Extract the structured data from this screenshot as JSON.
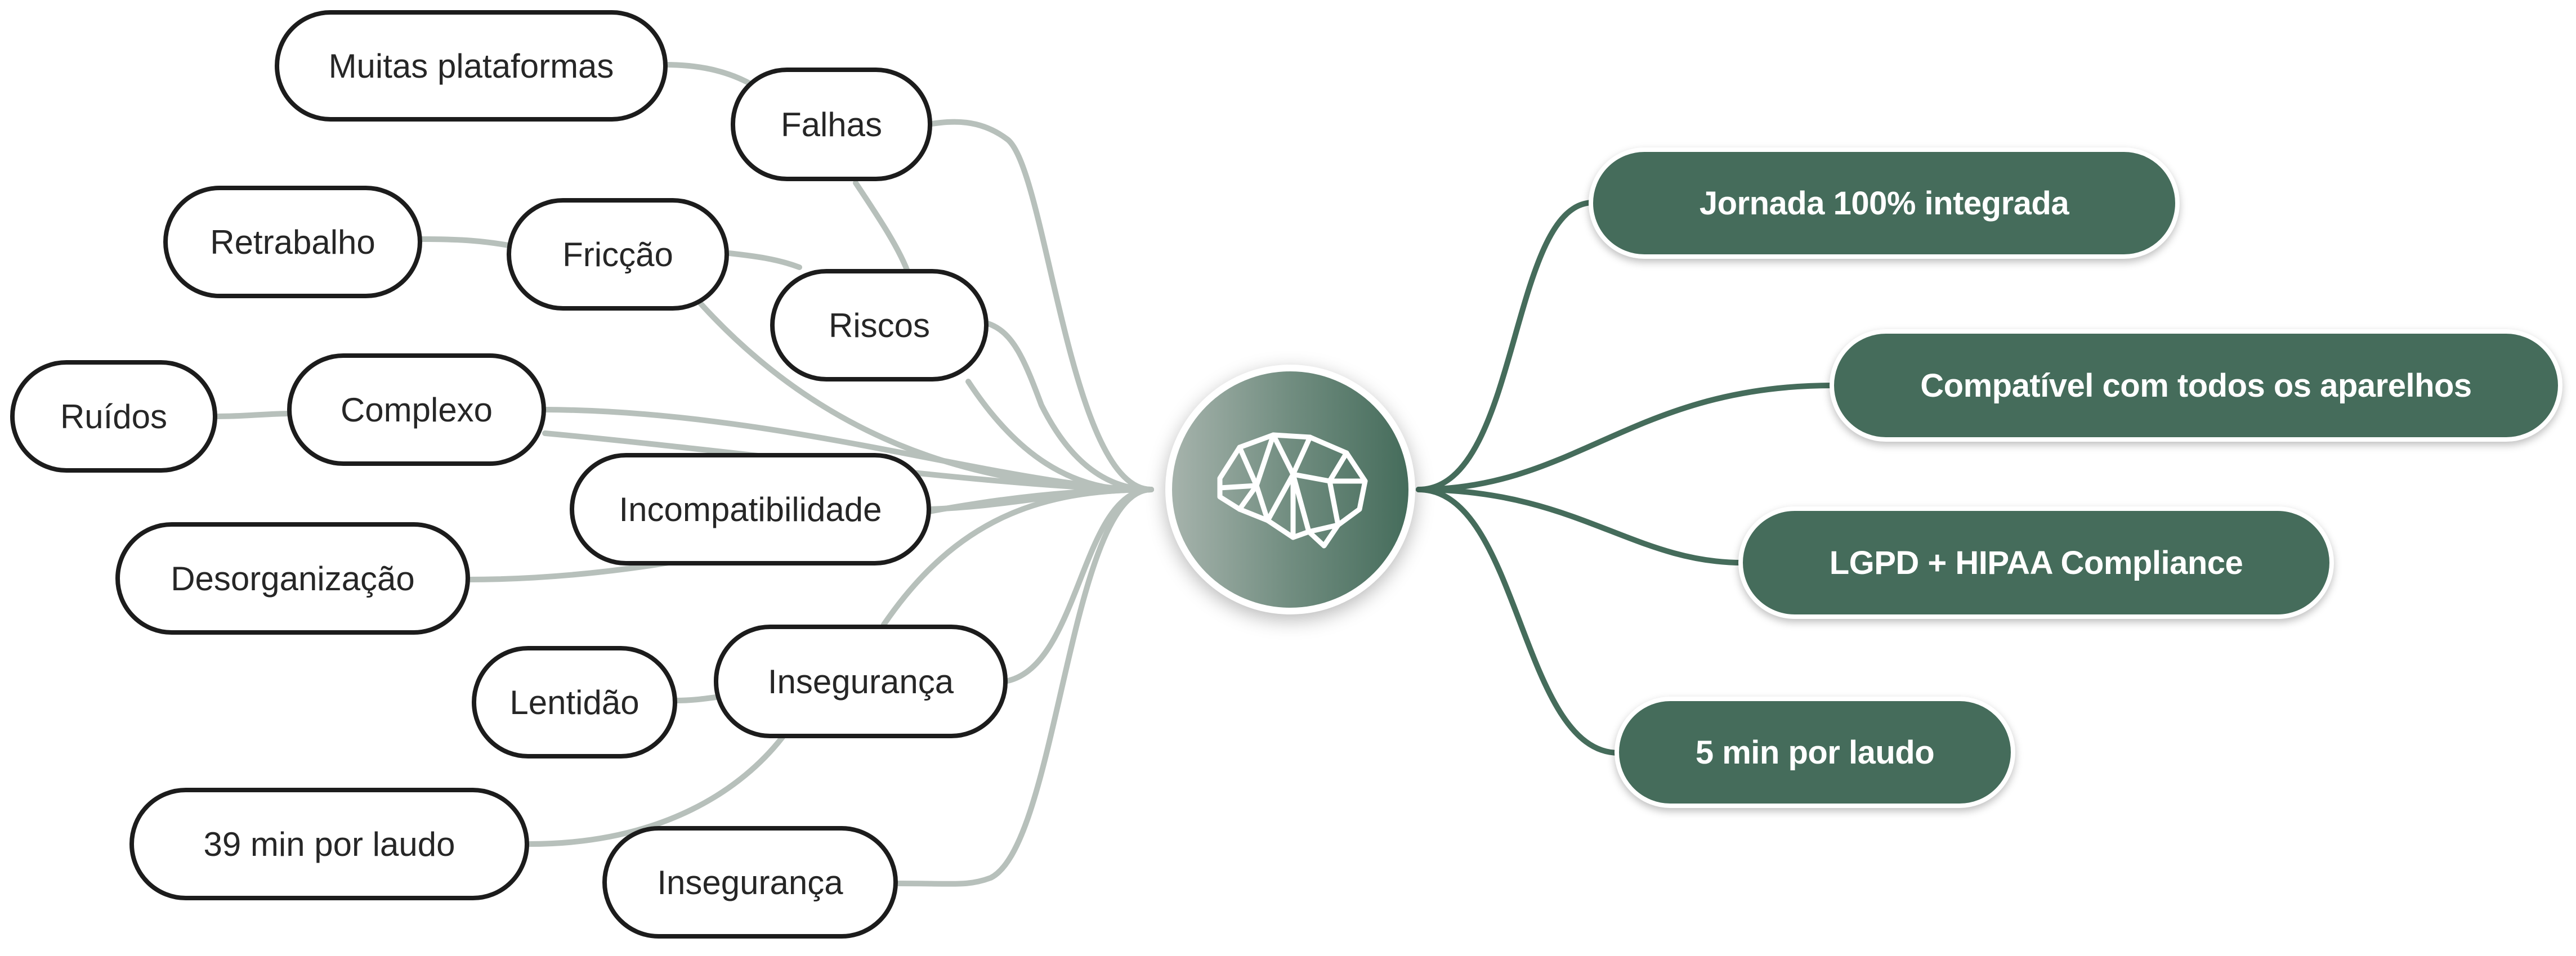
{
  "center": {
    "icon": "brain-icon"
  },
  "problems": [
    {
      "id": "muitas-plataformas",
      "label": "Muitas plataformas"
    },
    {
      "id": "falhas",
      "label": "Falhas"
    },
    {
      "id": "retrabalho",
      "label": "Retrabalho"
    },
    {
      "id": "friccao",
      "label": "Fricção"
    },
    {
      "id": "riscos",
      "label": "Riscos"
    },
    {
      "id": "ruidos",
      "label": "Ruídos"
    },
    {
      "id": "complexo",
      "label": "Complexo"
    },
    {
      "id": "incompatibilidade",
      "label": "Incompatibilidade"
    },
    {
      "id": "desorganizacao",
      "label": "Desorganização"
    },
    {
      "id": "lentidao",
      "label": "Lentidão"
    },
    {
      "id": "inseguranca-1",
      "label": "Insegurança"
    },
    {
      "id": "39-min-por-laudo",
      "label": "39 min por laudo"
    },
    {
      "id": "inseguranca-2",
      "label": "Insegurança"
    }
  ],
  "benefits": [
    {
      "id": "jornada-integrada",
      "label": "Jornada 100% integrada"
    },
    {
      "id": "compativel",
      "label": "Compatível com todos os aparelhos"
    },
    {
      "id": "lgpd-hipaa",
      "label": "LGPD + HIPAA Compliance"
    },
    {
      "id": "5-min-por-laudo",
      "label": "5 min por laudo"
    }
  ],
  "colors": {
    "benefit_fill": "#456c5b",
    "connector_problem": "#b7c0bb",
    "connector_benefit": "#456c5b",
    "problem_border": "#1c1c1c",
    "hub_gradient_start": "#a6b3ac",
    "hub_gradient_end": "#456c5b"
  }
}
